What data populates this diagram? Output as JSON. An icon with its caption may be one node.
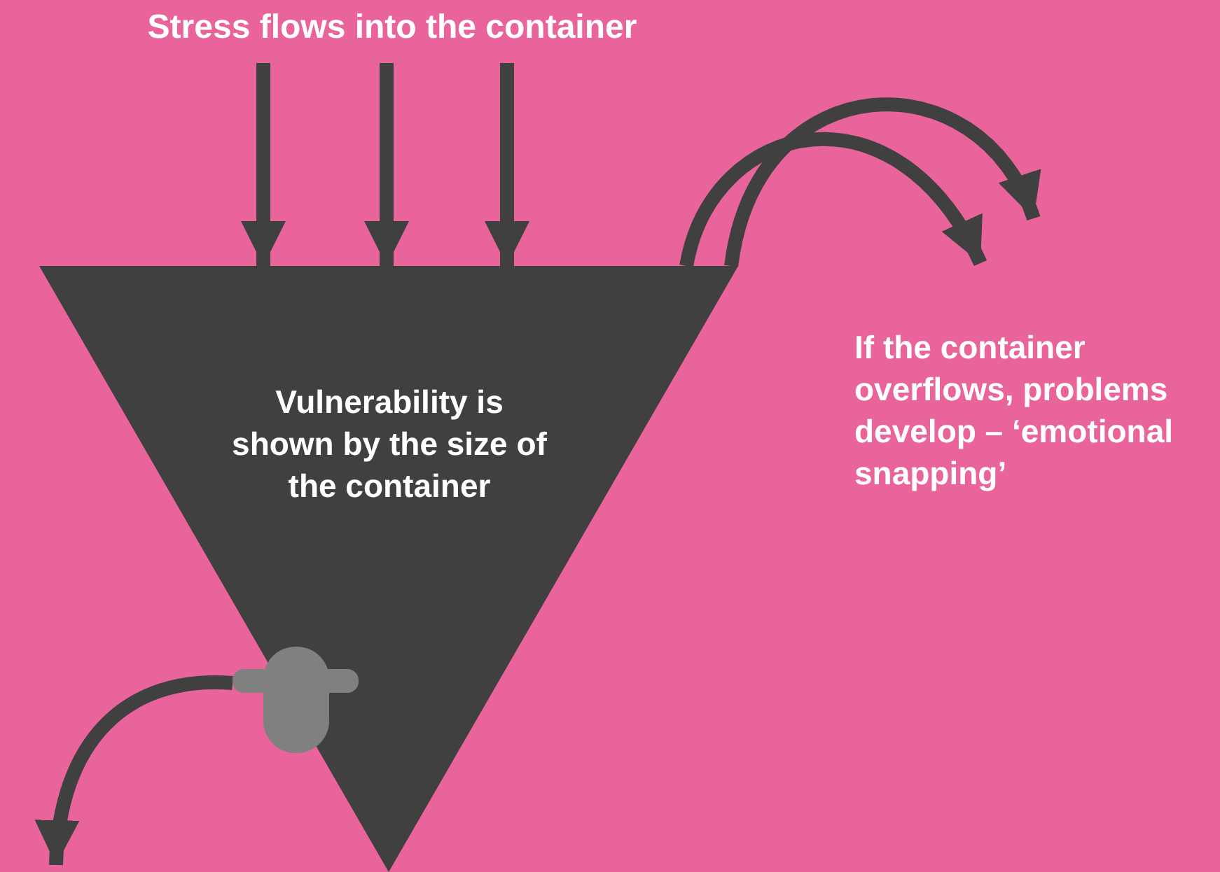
{
  "diagram": {
    "title": "Stress flows into the container",
    "nodes": [
      {
        "text": [
          "Vulnerability is shown by the size of the container"
        ]
      },
      {
        "text": [],
        "shape": "box",
        "in": 0
      }
    ],
    "edges": [
      {
        "from": null,
        "to": 0,
        "arrow": "to"
      },
      {
        "from": null,
        "to": 0,
        "arrow": "to"
      },
      {
        "from": null,
        "to": 0,
        "arrow": "to"
      },
      {
        "from": 0,
        "to": null,
        "arrow": "to"
      },
      {
        "from": 0,
        "to": null,
        "arrow": "to"
      },
      {
        "from": 1,
        "to": null,
        "arrow": "to"
      }
    ],
    "labels": [
      "If the container overflows, problems develop – ‘emotional snapping’"
    ]
  }
}
